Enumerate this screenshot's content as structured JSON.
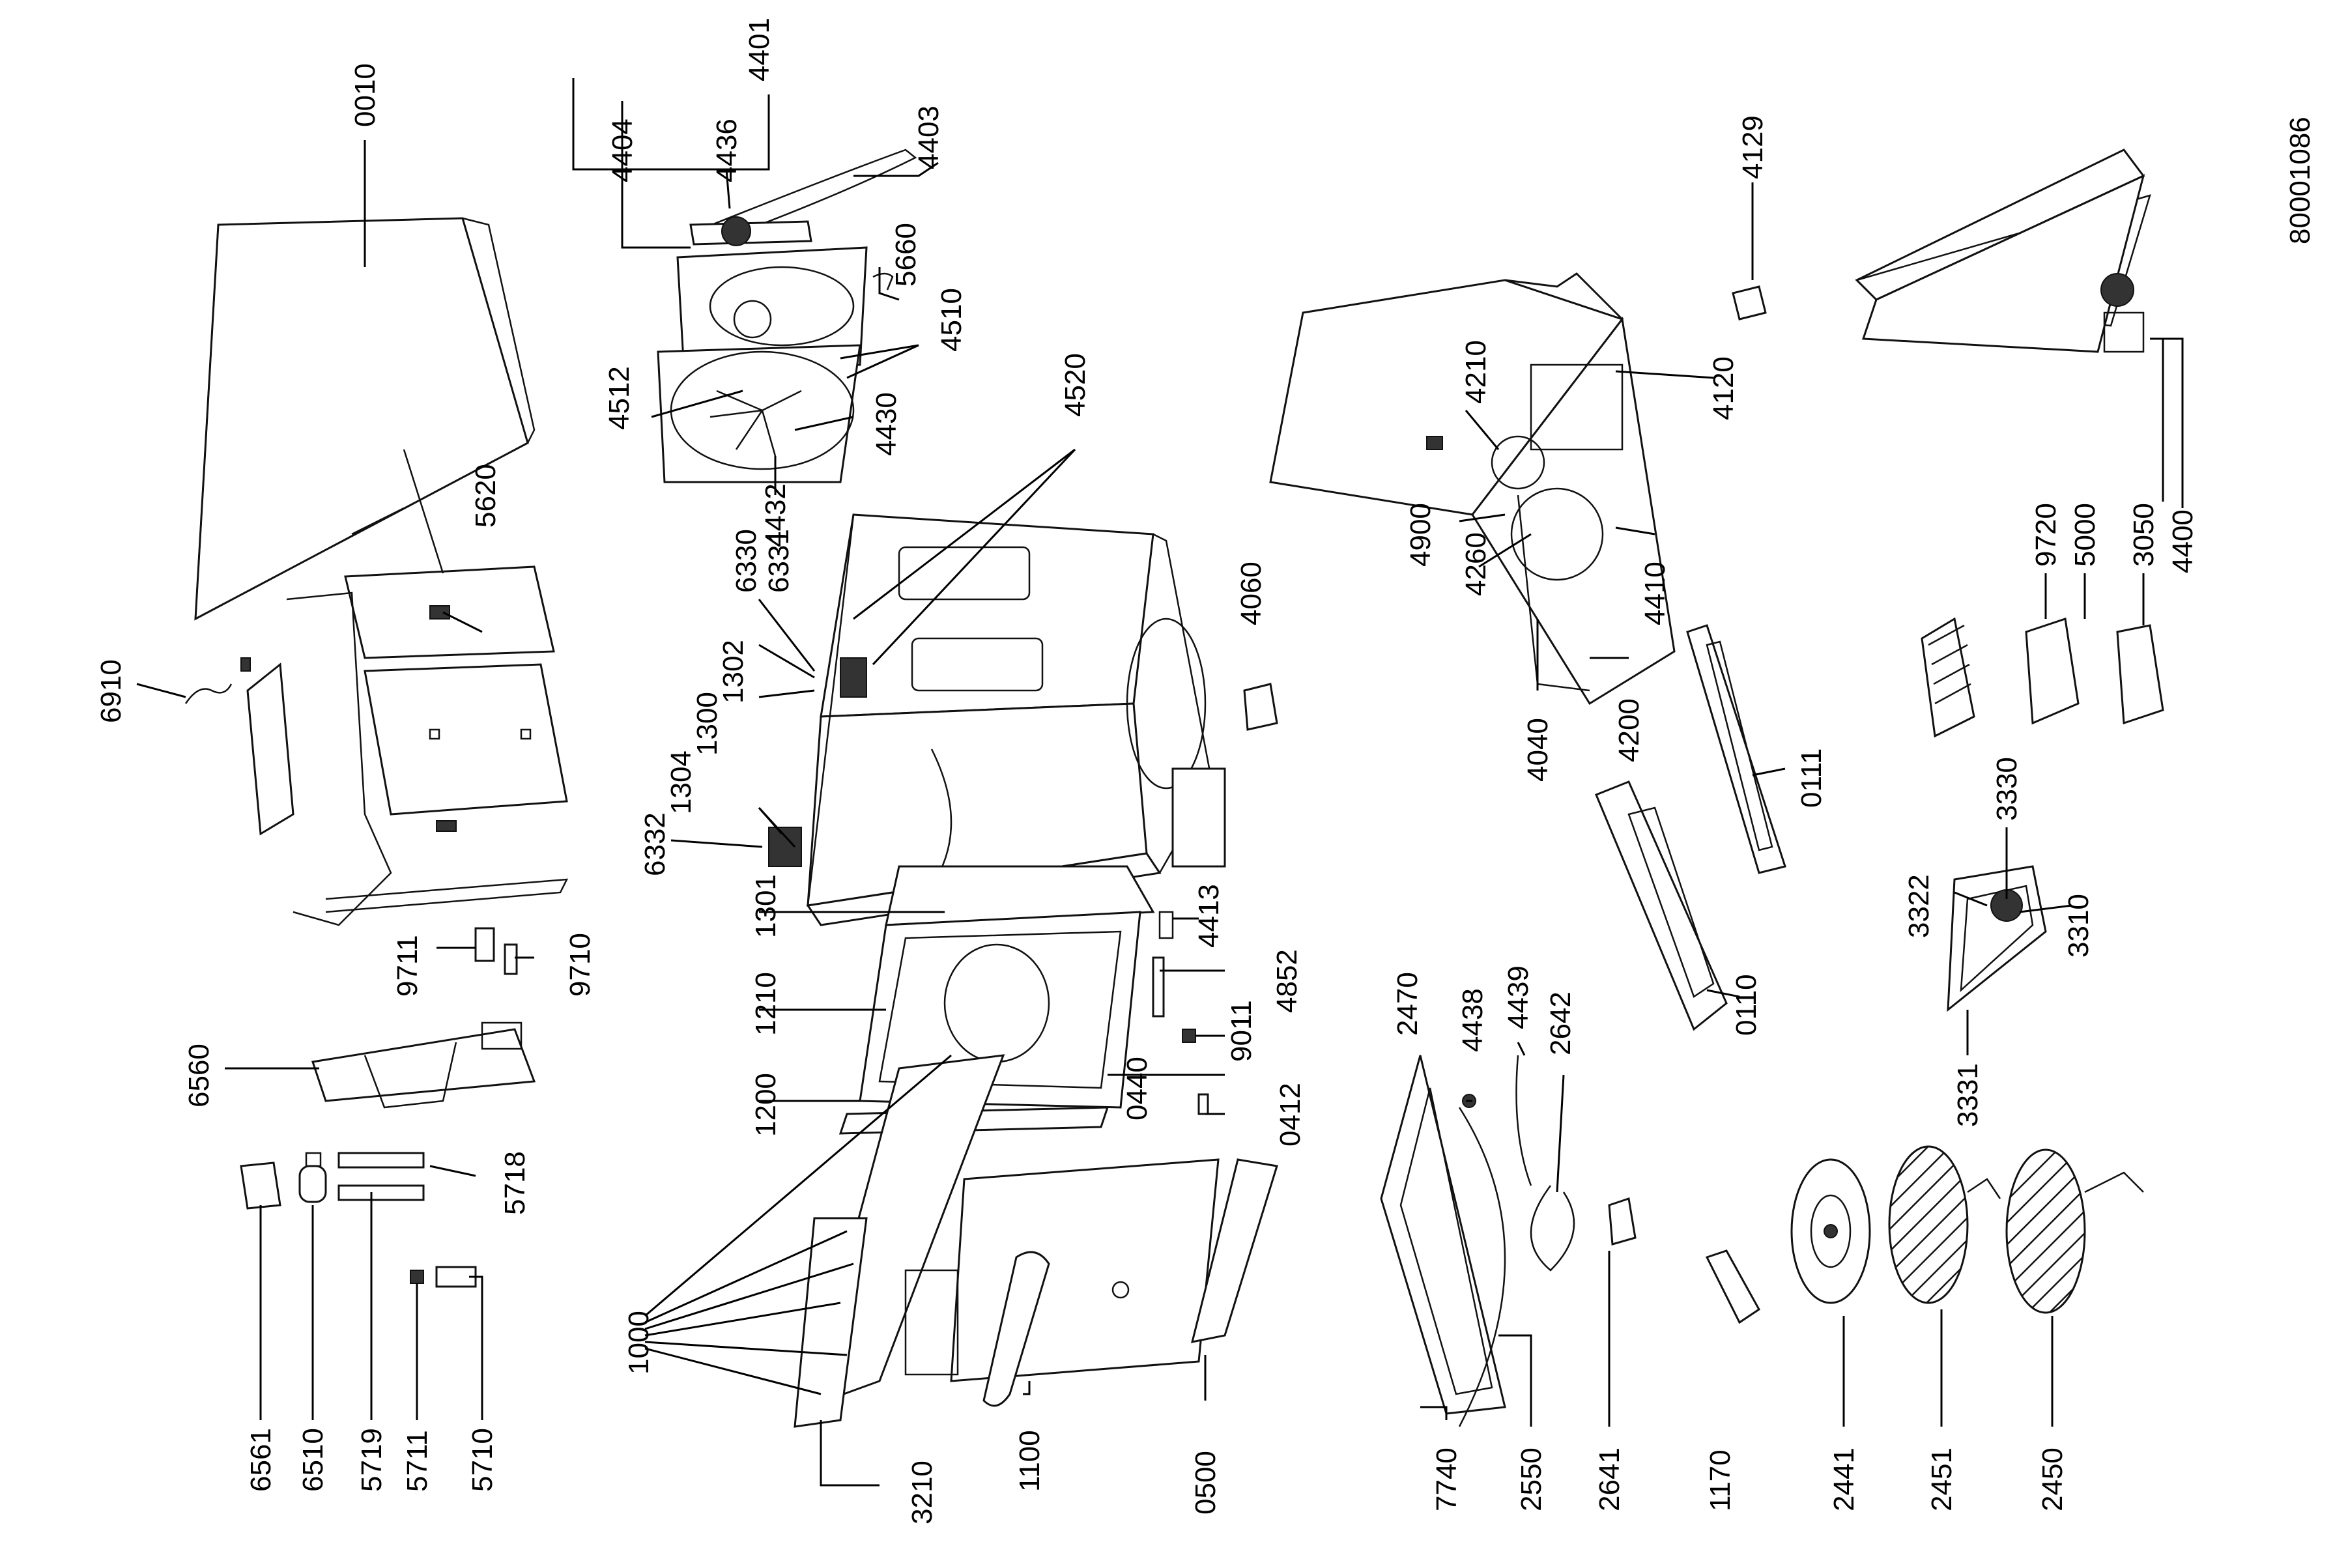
{
  "document_number": "80001086",
  "labels": {
    "l0010": "0010",
    "l4401": "4401",
    "l4404": "4404",
    "l4436": "4436",
    "l4403": "4403",
    "l5660": "5660",
    "l4510": "4510",
    "l4512": "4512",
    "l4430": "4430",
    "l4432": "4432",
    "l4520": "4520",
    "l5620": "5620",
    "l6330": "6330",
    "l6331": "6331",
    "l1302": "1302",
    "l1300": "1300",
    "l1304": "1304",
    "l6332": "6332",
    "l6910": "6910",
    "l4060": "4060",
    "l1301": "1301",
    "l4413": "4413",
    "l4852": "4852",
    "l1210": "1210",
    "l9011": "9011",
    "l1200": "1200",
    "l0440": "0440",
    "l0412": "0412",
    "l9711": "9711",
    "l9710": "9710",
    "l6560": "6560",
    "l5718": "5718",
    "l1000": "1000",
    "l6561": "6561",
    "l6510": "6510",
    "l5719": "5719",
    "l5711": "5711",
    "l5710": "5710",
    "l3210": "3210",
    "l1100": "1100",
    "l0500": "0500",
    "l4129": "4129",
    "l4210": "4210",
    "l4120": "4120",
    "l4900": "4900",
    "l4260": "4260",
    "l4410": "4410",
    "l4040": "4040",
    "l4200": "4200",
    "l0111": "0111",
    "l0110": "0110",
    "l2470": "2470",
    "l4438": "4438",
    "l4439": "4439",
    "l2642": "2642",
    "l7740": "7740",
    "l2550": "2550",
    "l2641": "2641",
    "l1170": "1170",
    "l2441": "2441",
    "l2451": "2451",
    "l2450": "2450",
    "l9720": "9720",
    "l5000": "5000",
    "l3050": "3050",
    "l4400": "4400",
    "l3330": "3330",
    "l3322": "3322",
    "l3310": "3310",
    "l3331": "3331"
  }
}
